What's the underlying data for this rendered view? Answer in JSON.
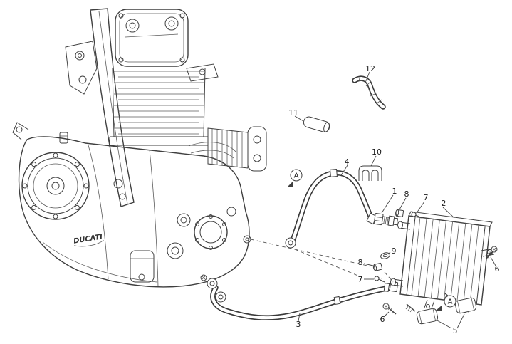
{
  "diagram": {
    "brand_logo_text": "DUCATI",
    "callouts": {
      "c1": "1",
      "c2": "2",
      "c3": "3",
      "c4": "4",
      "c5": "5",
      "c6_left": "6",
      "c6_right": "6",
      "c7_upper": "7",
      "c7_lower": "7",
      "c8_upper": "8",
      "c8_lower": "8",
      "c9": "9",
      "c10": "10",
      "c11": "11",
      "c12": "12",
      "marker_a_left": "A",
      "marker_a_right": "A"
    }
  }
}
